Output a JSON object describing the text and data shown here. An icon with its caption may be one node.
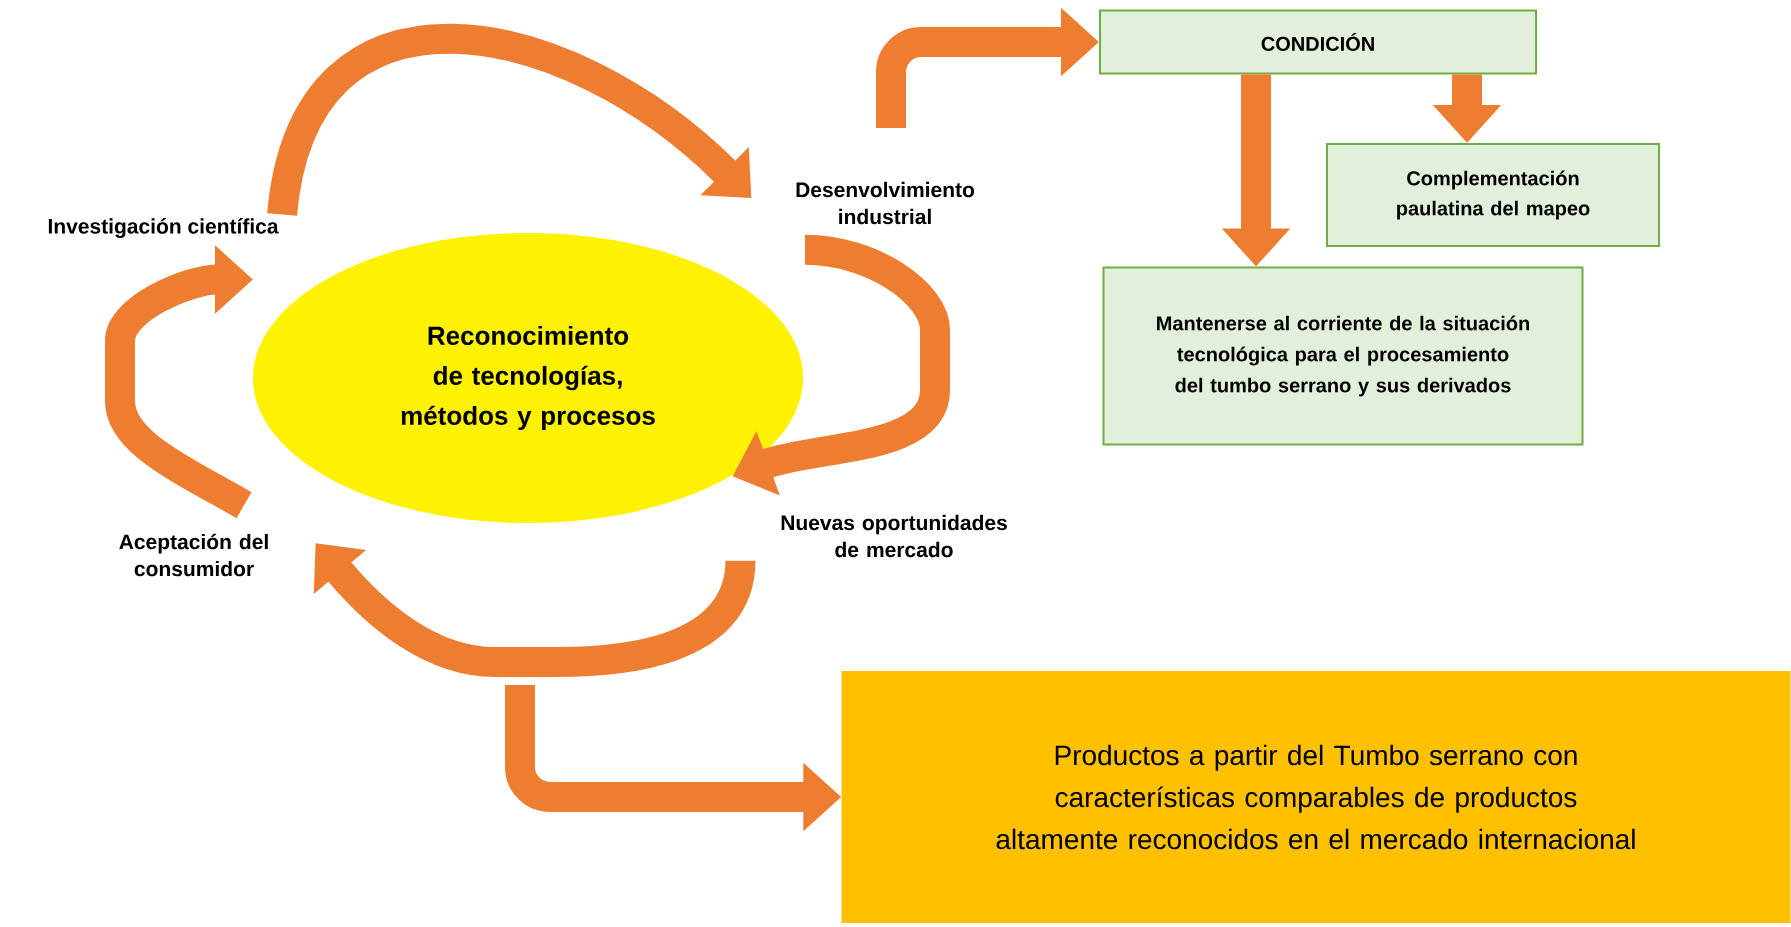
{
  "diagram": {
    "nodes": [
      {
        "text": [
          "Reconocimiento de tecnologías, métodos y procesos"
        ]
      },
      {
        "text": [
          "Investigación científica"
        ]
      },
      {
        "text": [
          "Desenvolvimiento industrial"
        ]
      },
      {
        "text": [
          "Nuevas oportunidades de mercado"
        ]
      },
      {
        "text": [
          "Aceptación del consumidor"
        ]
      },
      {
        "text": [
          "CONDICIÓN"
        ]
      },
      {
        "text": [
          "Complementación paulatina del mapeo"
        ]
      },
      {
        "text": [
          "Mantenerse al corriente de la situación tecnológica para el procesamiento del tumbo serrano y sus derivados"
        ]
      },
      {
        "text": [
          "Productos a partir del Tumbo serrano con características comparables de productos altamente reconocidos en el mercado internacional"
        ]
      }
    ],
    "edges": [
      {
        "from": 1,
        "to": 2,
        "arrow": "to"
      },
      {
        "from": 2,
        "to": 3,
        "arrow": "to"
      },
      {
        "from": 3,
        "to": 4,
        "arrow": "to"
      },
      {
        "from": 4,
        "to": 1,
        "arrow": "to"
      },
      {
        "from": null,
        "to": 5,
        "arrow": "to"
      },
      {
        "from": 5,
        "to": 7,
        "arrow": "to"
      },
      {
        "from": 5,
        "to": 6,
        "arrow": "to"
      },
      {
        "from": null,
        "to": 8,
        "arrow": "to"
      }
    ]
  }
}
